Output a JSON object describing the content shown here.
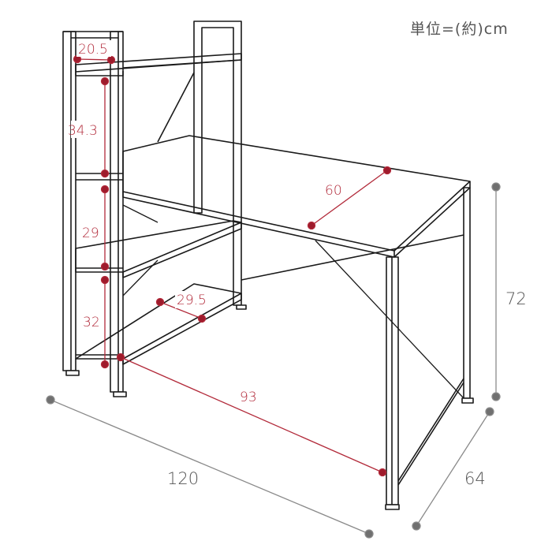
{
  "unit_note": "単位=(約)cm",
  "dimensions": {
    "width_total": "120",
    "depth": "64",
    "height": "72",
    "desk_depth": "60",
    "desk_width": "93",
    "shelf_width": "20.5",
    "shelf_gap_top": "34.3",
    "shelf_gap_mid": "29",
    "shelf_gap_low": "32",
    "lower_shelf_depth": "29.5"
  },
  "colors": {
    "frame": "#1a1a1a",
    "inner_dim": "#b22a3a",
    "inner_dot": "#9e1b2c",
    "outer_dim": "#8a8a8a",
    "label": "#555555"
  }
}
